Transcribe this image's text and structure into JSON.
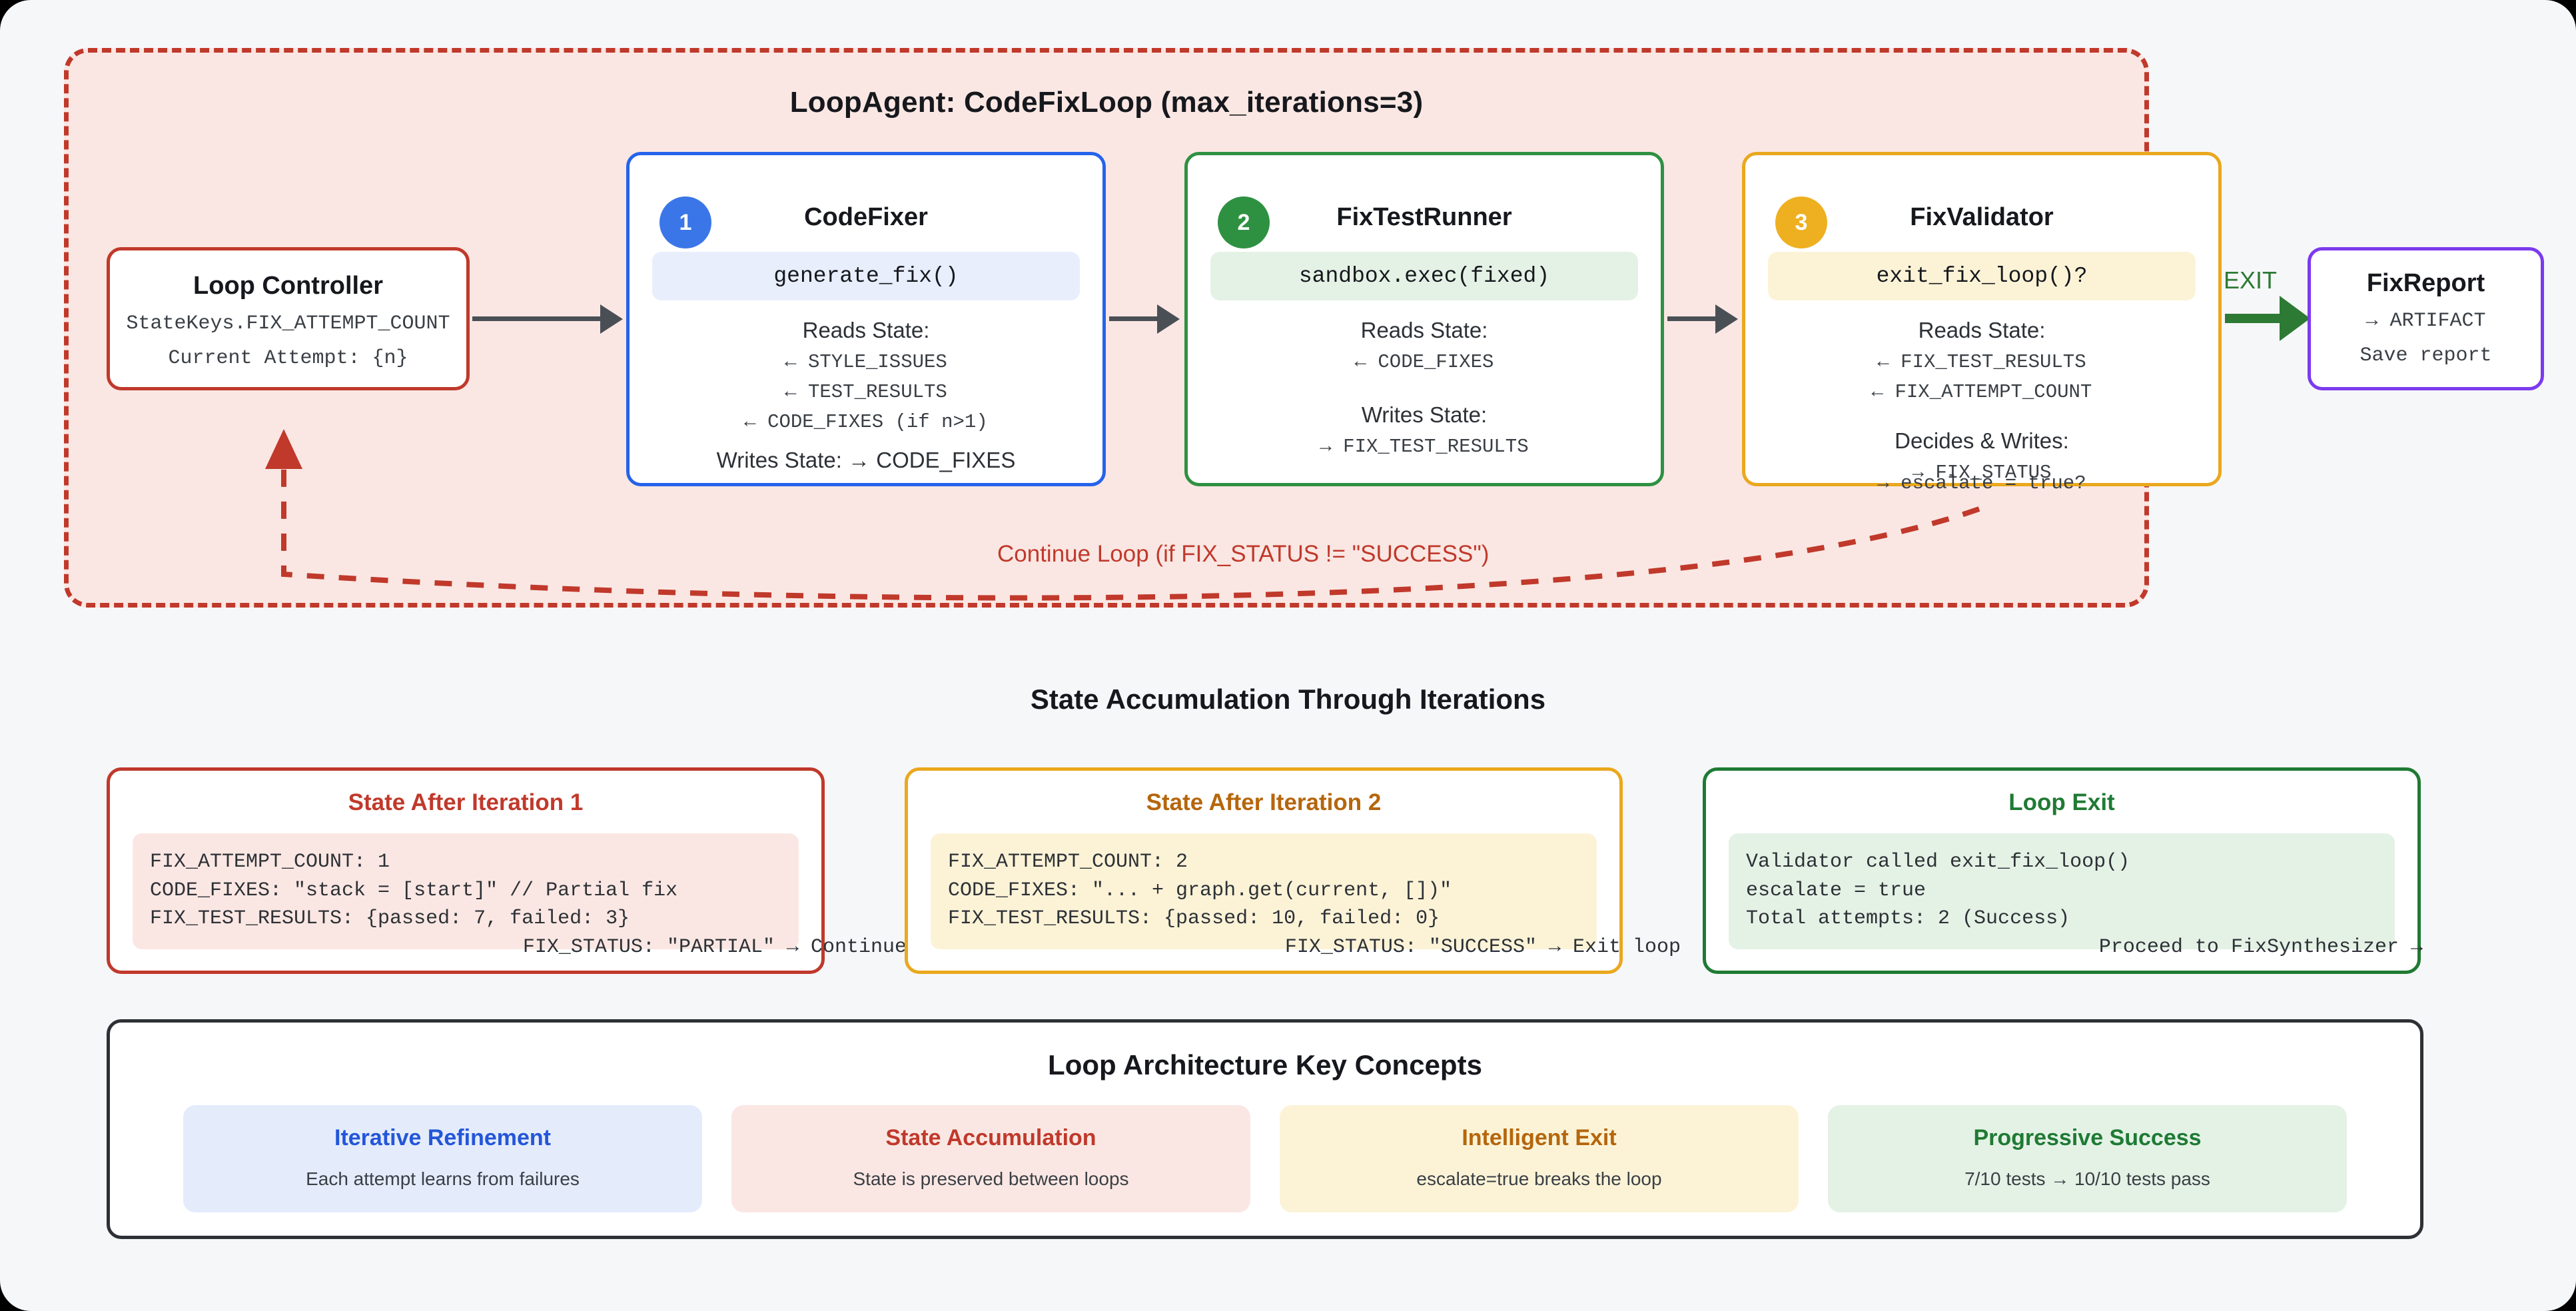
{
  "loop": {
    "title": "LoopAgent: CodeFixLoop (max_iterations=3)",
    "continue_label": "Continue Loop (if FIX_STATUS != \"SUCCESS\")",
    "exit_label": "EXIT"
  },
  "controller": {
    "title": "Loop Controller",
    "line1": "StateKeys.FIX_ATTEMPT_COUNT",
    "line2": "Current Attempt: {n}"
  },
  "nodes": [
    {
      "badge": "1",
      "title": "CodeFixer",
      "code": "generate_fix()",
      "reads_head": "Reads State:",
      "reads": [
        "← STYLE_ISSUES",
        "← TEST_RESULTS",
        "← CODE_FIXES (if n>1)"
      ],
      "writes_line": "Writes State: → CODE_FIXES"
    },
    {
      "badge": "2",
      "title": "FixTestRunner",
      "code": "sandbox.exec(fixed)",
      "reads_head": "Reads State:",
      "reads": [
        "← CODE_FIXES"
      ],
      "writes_head": "Writes State:",
      "writes": [
        "→ FIX_TEST_RESULTS"
      ]
    },
    {
      "badge": "3",
      "title": "FixValidator",
      "code": "exit_fix_loop()?",
      "reads_head": "Reads State:",
      "reads": [
        "← FIX_TEST_RESULTS",
        "← FIX_ATTEMPT_COUNT"
      ],
      "writes_head": "Decides & Writes:",
      "writes": [
        "→ FIX_STATUS"
      ],
      "overflow": "→ escalate = true?"
    }
  ],
  "report": {
    "title": "FixReport",
    "line1": "→ ARTIFACT",
    "line2": "Save report"
  },
  "state_section": {
    "title": "State Accumulation Through Iterations",
    "cards": [
      {
        "title": "State After Iteration 1",
        "lines": [
          "FIX_ATTEMPT_COUNT: 1",
          "CODE_FIXES: \"stack = [start]\" // Partial fix",
          "FIX_TEST_RESULTS: {passed: 7, failed: 3}"
        ],
        "footer": "FIX_STATUS: \"PARTIAL\" → Continue"
      },
      {
        "title": "State After Iteration 2",
        "lines": [
          "FIX_ATTEMPT_COUNT: 2",
          "CODE_FIXES: \"... + graph.get(current, [])\"",
          "FIX_TEST_RESULTS: {passed: 10, failed: 0}"
        ],
        "footer": "FIX_STATUS: \"SUCCESS\" → Exit loop"
      },
      {
        "title": "Loop Exit",
        "lines": [
          "Validator called exit_fix_loop()",
          "escalate = true",
          "Total attempts: 2 (Success)"
        ],
        "footer": "Proceed to FixSynthesizer →"
      }
    ]
  },
  "key_concepts": {
    "title": "Loop Architecture Key Concepts",
    "items": [
      {
        "title": "Iterative Refinement",
        "desc": "Each attempt learns from failures"
      },
      {
        "title": "State Accumulation",
        "desc": "State is preserved between loops"
      },
      {
        "title": "Intelligent Exit",
        "desc": "escalate=true breaks the loop"
      },
      {
        "title": "Progressive Success",
        "desc": "7/10 tests → 10/10 tests pass"
      }
    ]
  },
  "colors": {
    "loop_border": "#c0392b",
    "loop_fill": "#fae7e3",
    "blue": "#2563eb",
    "green": "#2e9142",
    "amber": "#eaa81e",
    "purple": "#7c3aed",
    "exit_green": "#2d7a34",
    "page_bg": "#f6f7f9"
  }
}
